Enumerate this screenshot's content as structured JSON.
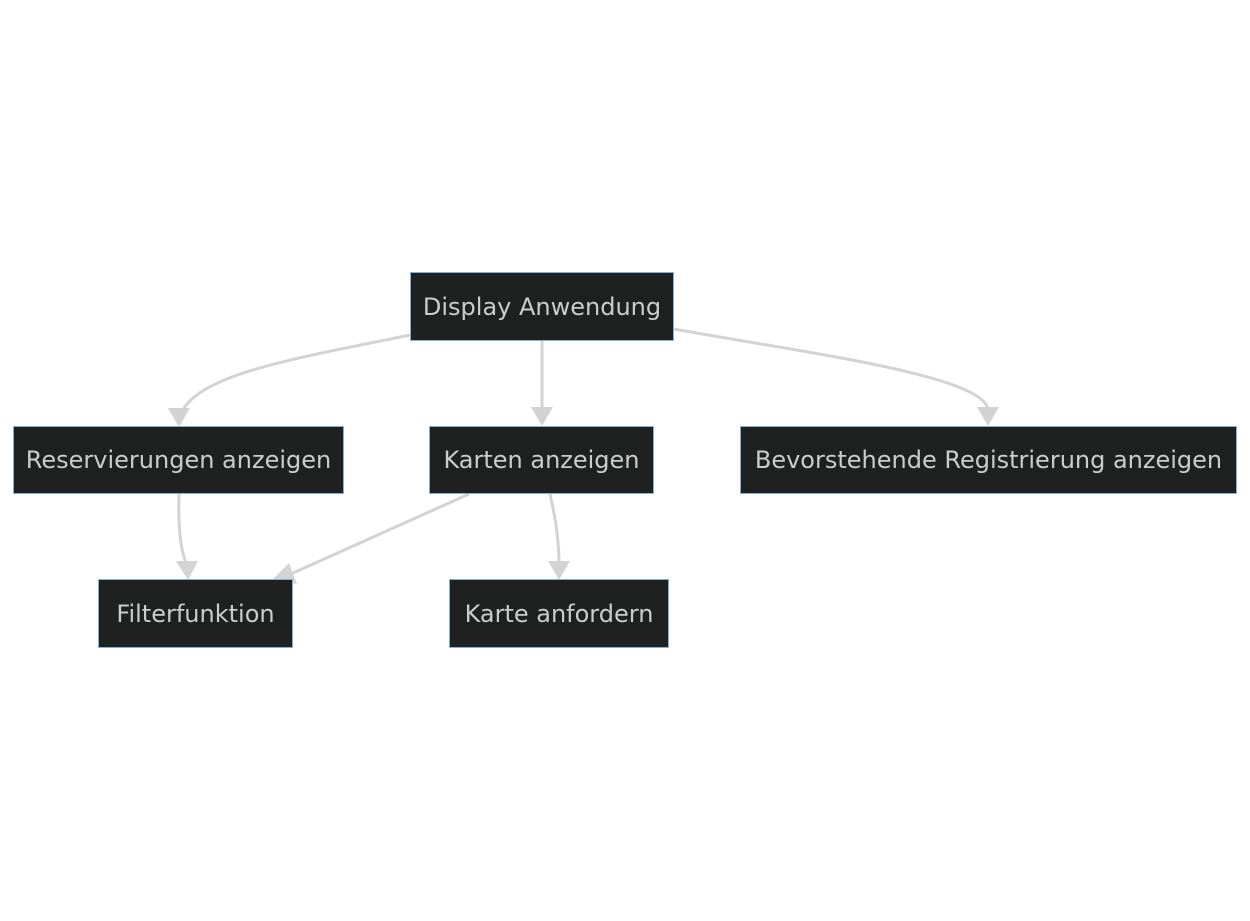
{
  "diagram": {
    "nodes": {
      "display": "Display Anwendung",
      "reservierungen": "Reservierungen anzeigen",
      "karten": "Karten anzeigen",
      "bevorstehende": "Bevorstehende Registrierung anzeigen",
      "filter": "Filterfunktion",
      "anfordern": "Karte anfordern"
    },
    "edges": [
      {
        "from": "display",
        "to": "reservierungen"
      },
      {
        "from": "display",
        "to": "karten"
      },
      {
        "from": "display",
        "to": "bevorstehende"
      },
      {
        "from": "reservierungen",
        "to": "filter"
      },
      {
        "from": "karten",
        "to": "filter"
      },
      {
        "from": "karten",
        "to": "anfordern"
      }
    ],
    "colors": {
      "node_fill": "#1f2020",
      "node_border": "#81b1db",
      "node_text": "#cccccc",
      "edge": "#d3d3d3",
      "background": "#ffffff"
    }
  }
}
